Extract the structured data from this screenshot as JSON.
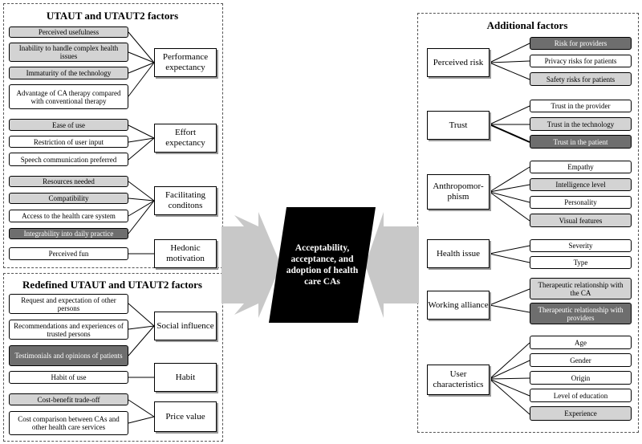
{
  "panels": {
    "utaut": {
      "title": "UTAUT and UTAUT2 factors",
      "groups": [
        {
          "category": "Performance expectancy",
          "items": [
            "Perceived usefulness",
            "Inability to handle complex health issues",
            "Immaturity of the technology",
            "Advantage of CA therapy compared with conventional therapy"
          ]
        },
        {
          "category": "Effort expectancy",
          "items": [
            "Ease of use",
            "Restriction of user input",
            "Speech communication preferred"
          ]
        },
        {
          "category": "Facilitating conditons",
          "items": [
            "Resources needed",
            "Compatibility",
            "Access to the health care system",
            "Integrability into daily practice"
          ]
        },
        {
          "category": "Hedonic motivation",
          "items": [
            "Perceived fun"
          ]
        }
      ]
    },
    "redefined": {
      "title": "Redefined UTAUT and UTAUT2 factors",
      "groups": [
        {
          "category": "Social influence",
          "items": [
            "Request and expectation of other persons",
            "Recommendations and experiences of trusted persons",
            "Testimonials and opinions of patients"
          ]
        },
        {
          "category": "Habit",
          "items": [
            "Habit of use"
          ]
        },
        {
          "category": "Price value",
          "items": [
            "Cost-benefit trade-off",
            "Cost comparison between CAs and other health care services"
          ]
        }
      ]
    },
    "additional": {
      "title": "Additional factors",
      "groups": [
        {
          "category": "Perceived risk",
          "items": [
            "Risk for providers",
            "Privacy risks for patients",
            "Safety risks for patients"
          ]
        },
        {
          "category": "Trust",
          "items": [
            "Trust in the provider",
            "Trust in the technology",
            "Trust in the patient"
          ]
        },
        {
          "category": "Anthropomor-phism",
          "items": [
            "Empathy",
            "Intelligence level",
            "Personality",
            "Visual features"
          ]
        },
        {
          "category": "Health issue",
          "items": [
            "Severity",
            "Type"
          ]
        },
        {
          "category": "Working alliance",
          "items": [
            "Therapeutic relationship with the CA",
            "Therapeutic relationship with providers"
          ]
        },
        {
          "category": "User characteristics",
          "items": [
            "Age",
            "Gender",
            "Origin",
            "Level of education",
            "Experience"
          ]
        }
      ]
    }
  },
  "center": {
    "text": "Acceptability, acceptance, and adoption of health care CAs"
  },
  "colors": {
    "light_gray": "#d3d3d3",
    "dark_gray": "#6e6e6e",
    "arrow": "#c8c8c8",
    "center": "#000000"
  }
}
